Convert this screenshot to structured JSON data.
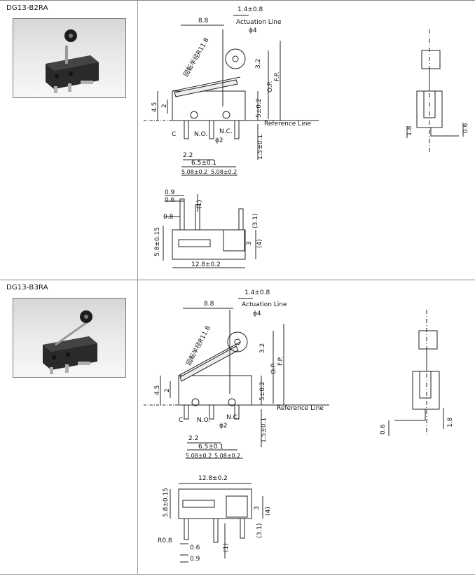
{
  "products": [
    {
      "model": "DG13-B2RA",
      "front": {
        "actuation_tol": "1.4±0.8",
        "actuation": "Actuation Line",
        "dim_88": "8.8",
        "phi4": "ϕ4",
        "radius": "回転半径R11.8",
        "d32": "3.2",
        "op": "O.P.",
        "fp": "F.P.",
        "d45": "4.5",
        "d20": "2",
        "d5": "5±0.2",
        "ref": "Reference Line",
        "c": "C",
        "no": "N.O.",
        "nc": "N.C.",
        "phi2": "ϕ2",
        "d15": "1.5±0.1",
        "d22": "2.2",
        "d65": "6.5±0.1",
        "d508a": "5.08±0.2",
        "d508b": "5.08±0.2"
      },
      "side": {
        "d18": "1.8",
        "d06": "0.6"
      },
      "bottom": {
        "d09": "0.9",
        "d06": "0.6",
        "d1": "(1)",
        "d08": "0.8",
        "d31": "(3.1)",
        "d58": "5.8±0.15",
        "d3": "3",
        "d4": "(4)",
        "d128": "12.8±0.2"
      }
    },
    {
      "model": "DG13-B3RA",
      "front": {
        "actuation_tol": "1.4±0.8",
        "actuation": "Actuation Line",
        "dim_88": "8.8",
        "phi4": "ϕ4",
        "radius": "回転半径R11.8",
        "d32": "3.2",
        "op": "O.P.",
        "fp": "F.P.",
        "d45": "4.5",
        "d20": "2",
        "d5": "5±0.2",
        "ref": "Reference Line",
        "c": "C",
        "no": "N.O.",
        "nc": "N.C.",
        "phi2": "ϕ2",
        "d15": "1.5±0.1",
        "d22": "2.2",
        "d65": "6.5±0.1",
        "d508a": "5.08±0.2",
        "d508b": "5.08±0.2"
      },
      "side": {
        "d06": "0.6",
        "d18": "1.8"
      },
      "bottom": {
        "d128": "12.8±0.2",
        "d58": "5.8±0.15",
        "d3": "3",
        "d4": "(4)",
        "r08": "R0.8",
        "d31": "(3.1)",
        "d1": "(1)",
        "d06": "0.6",
        "d09": "0.9"
      }
    }
  ]
}
